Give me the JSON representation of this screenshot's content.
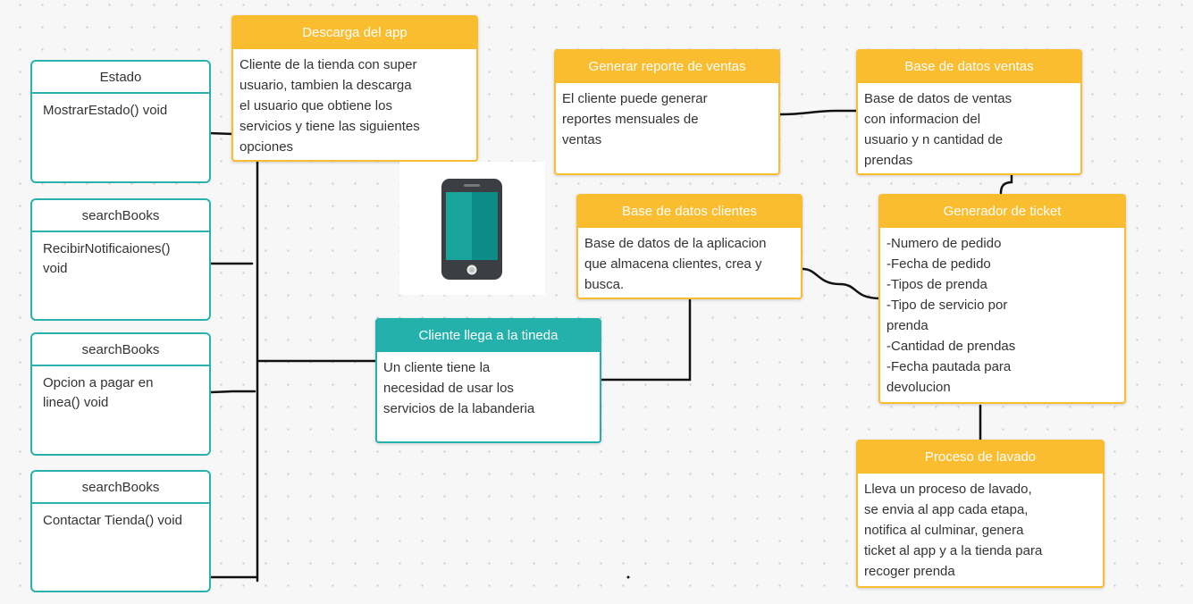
{
  "colors": {
    "accent_yellow": "#fbbd30",
    "accent_teal": "#24b0ab",
    "uml_border": "#2ab0ad",
    "line": "#111111"
  },
  "uml_boxes": [
    {
      "title": "Estado",
      "method": "MostrarEstado() void"
    },
    {
      "title": "searchBooks",
      "method": "RecibirNotificaiones()\nvoid"
    },
    {
      "title": "searchBooks",
      "method": "Opcion a pagar en\nlinea() void"
    },
    {
      "title": "searchBooks",
      "method": "Contactar Tienda() void"
    }
  ],
  "cards": {
    "descarga": {
      "title": "Descarga del app",
      "body": "Cliente de la tienda con super\nusuario, tambien la descarga\nel usuario que obtiene los\nservicios y tiene las siguientes\nopciones"
    },
    "cliente_llega": {
      "title": "Cliente llega a la tineda",
      "body": "Un cliente tiene la\nnecesidad de usar los\nservicios de la labanderia"
    },
    "reporte": {
      "title": "Generar reporte de ventas",
      "body": "El cliente puede generar\nreportes mensuales de\nventas"
    },
    "bd_ventas": {
      "title": "Base de datos ventas",
      "body": "Base de datos de ventas\ncon informacion del\nusuario y n cantidad de\nprendas"
    },
    "bd_clientes": {
      "title": "Base de datos clientes",
      "body": "Base de datos de la aplicacion\nque almacena clientes, crea y\nbusca."
    },
    "ticket": {
      "title": "Generador de ticket",
      "body": "-Numero de pedido\n-Fecha de pedido\n-Tipos de prenda\n-Tipo de servicio por\nprenda\n-Cantidad de prendas\n-Fecha pautada para\ndevolucion"
    },
    "lavado": {
      "title": "Proceso de lavado",
      "body": "Lleva un proceso de lavado,\nse envia al app cada etapa,\nnotifica al culminar, genera\nticket al app y a la tienda para\nrecoger prenda"
    }
  },
  "icons": {
    "phone": "smartphone-icon"
  }
}
